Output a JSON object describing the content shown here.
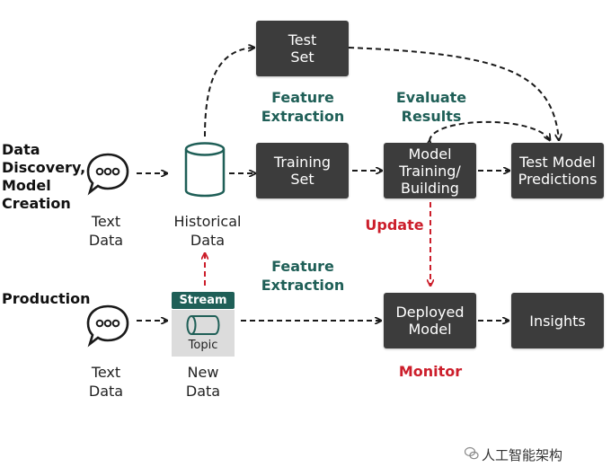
{
  "rows": {
    "data_discovery": "Data\nDiscovery,\nModel\nCreation",
    "production": "Production"
  },
  "boxes": {
    "test_set": "Test\nSet",
    "training_set": "Training\nSet",
    "model_training": "Model\nTraining/\nBuilding",
    "test_model_predictions": "Test Model\nPredictions",
    "deployed_model": "Deployed\nModel",
    "insights": "Insights"
  },
  "captions": {
    "text_data_top": "Text\nData",
    "historical_data": "Historical\nData",
    "text_data_bottom": "Text\nData",
    "new_data": "New\nData"
  },
  "annotations": {
    "feature_extraction_top": "Feature\nExtraction",
    "evaluate_results": "Evaluate\nResults",
    "feature_extraction_bottom": "Feature\nExtraction",
    "update": "Update",
    "monitor": "Monitor"
  },
  "stream": {
    "tag": "Stream",
    "topic": "Topic"
  },
  "watermark": "人工智能架构",
  "colors": {
    "box": "#3c3c3c",
    "teal": "#1f5f57",
    "red": "#cc1e2b",
    "arrow": "#1a1a1a"
  },
  "icons": [
    "chat-bubble-icon",
    "database-cylinder-icon",
    "stream-topic-icon",
    "wechat-icon"
  ]
}
